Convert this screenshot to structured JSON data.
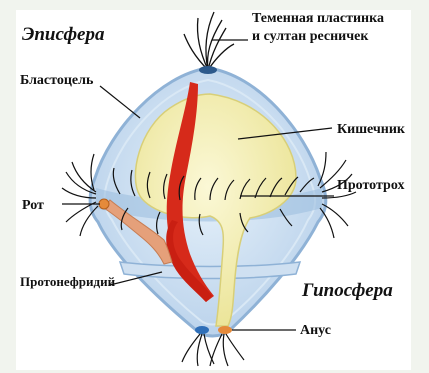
{
  "labels": {
    "episphere": "Эписфера",
    "apical_plate_line1": "Теменная пластинка",
    "apical_plate_line2": "и султан ресничек",
    "blastocoel": "Бластоцель",
    "gut": "Кишечник",
    "prototroch": "Прототрох",
    "mouth": "Рот",
    "protonephridium": "Протонефридий",
    "hyposphere": "Гипосфера",
    "anus": "Анус"
  },
  "colors": {
    "background": "#f1f4ee",
    "body_fill": "#c7ddf0",
    "body_outline": "#8fb2d6",
    "gut": "#f7f3b8",
    "protonephridium": "#d62a1a",
    "mouth": "#e58a3a",
    "anus_blue": "#2f6fb8",
    "cilia": "#111111"
  }
}
